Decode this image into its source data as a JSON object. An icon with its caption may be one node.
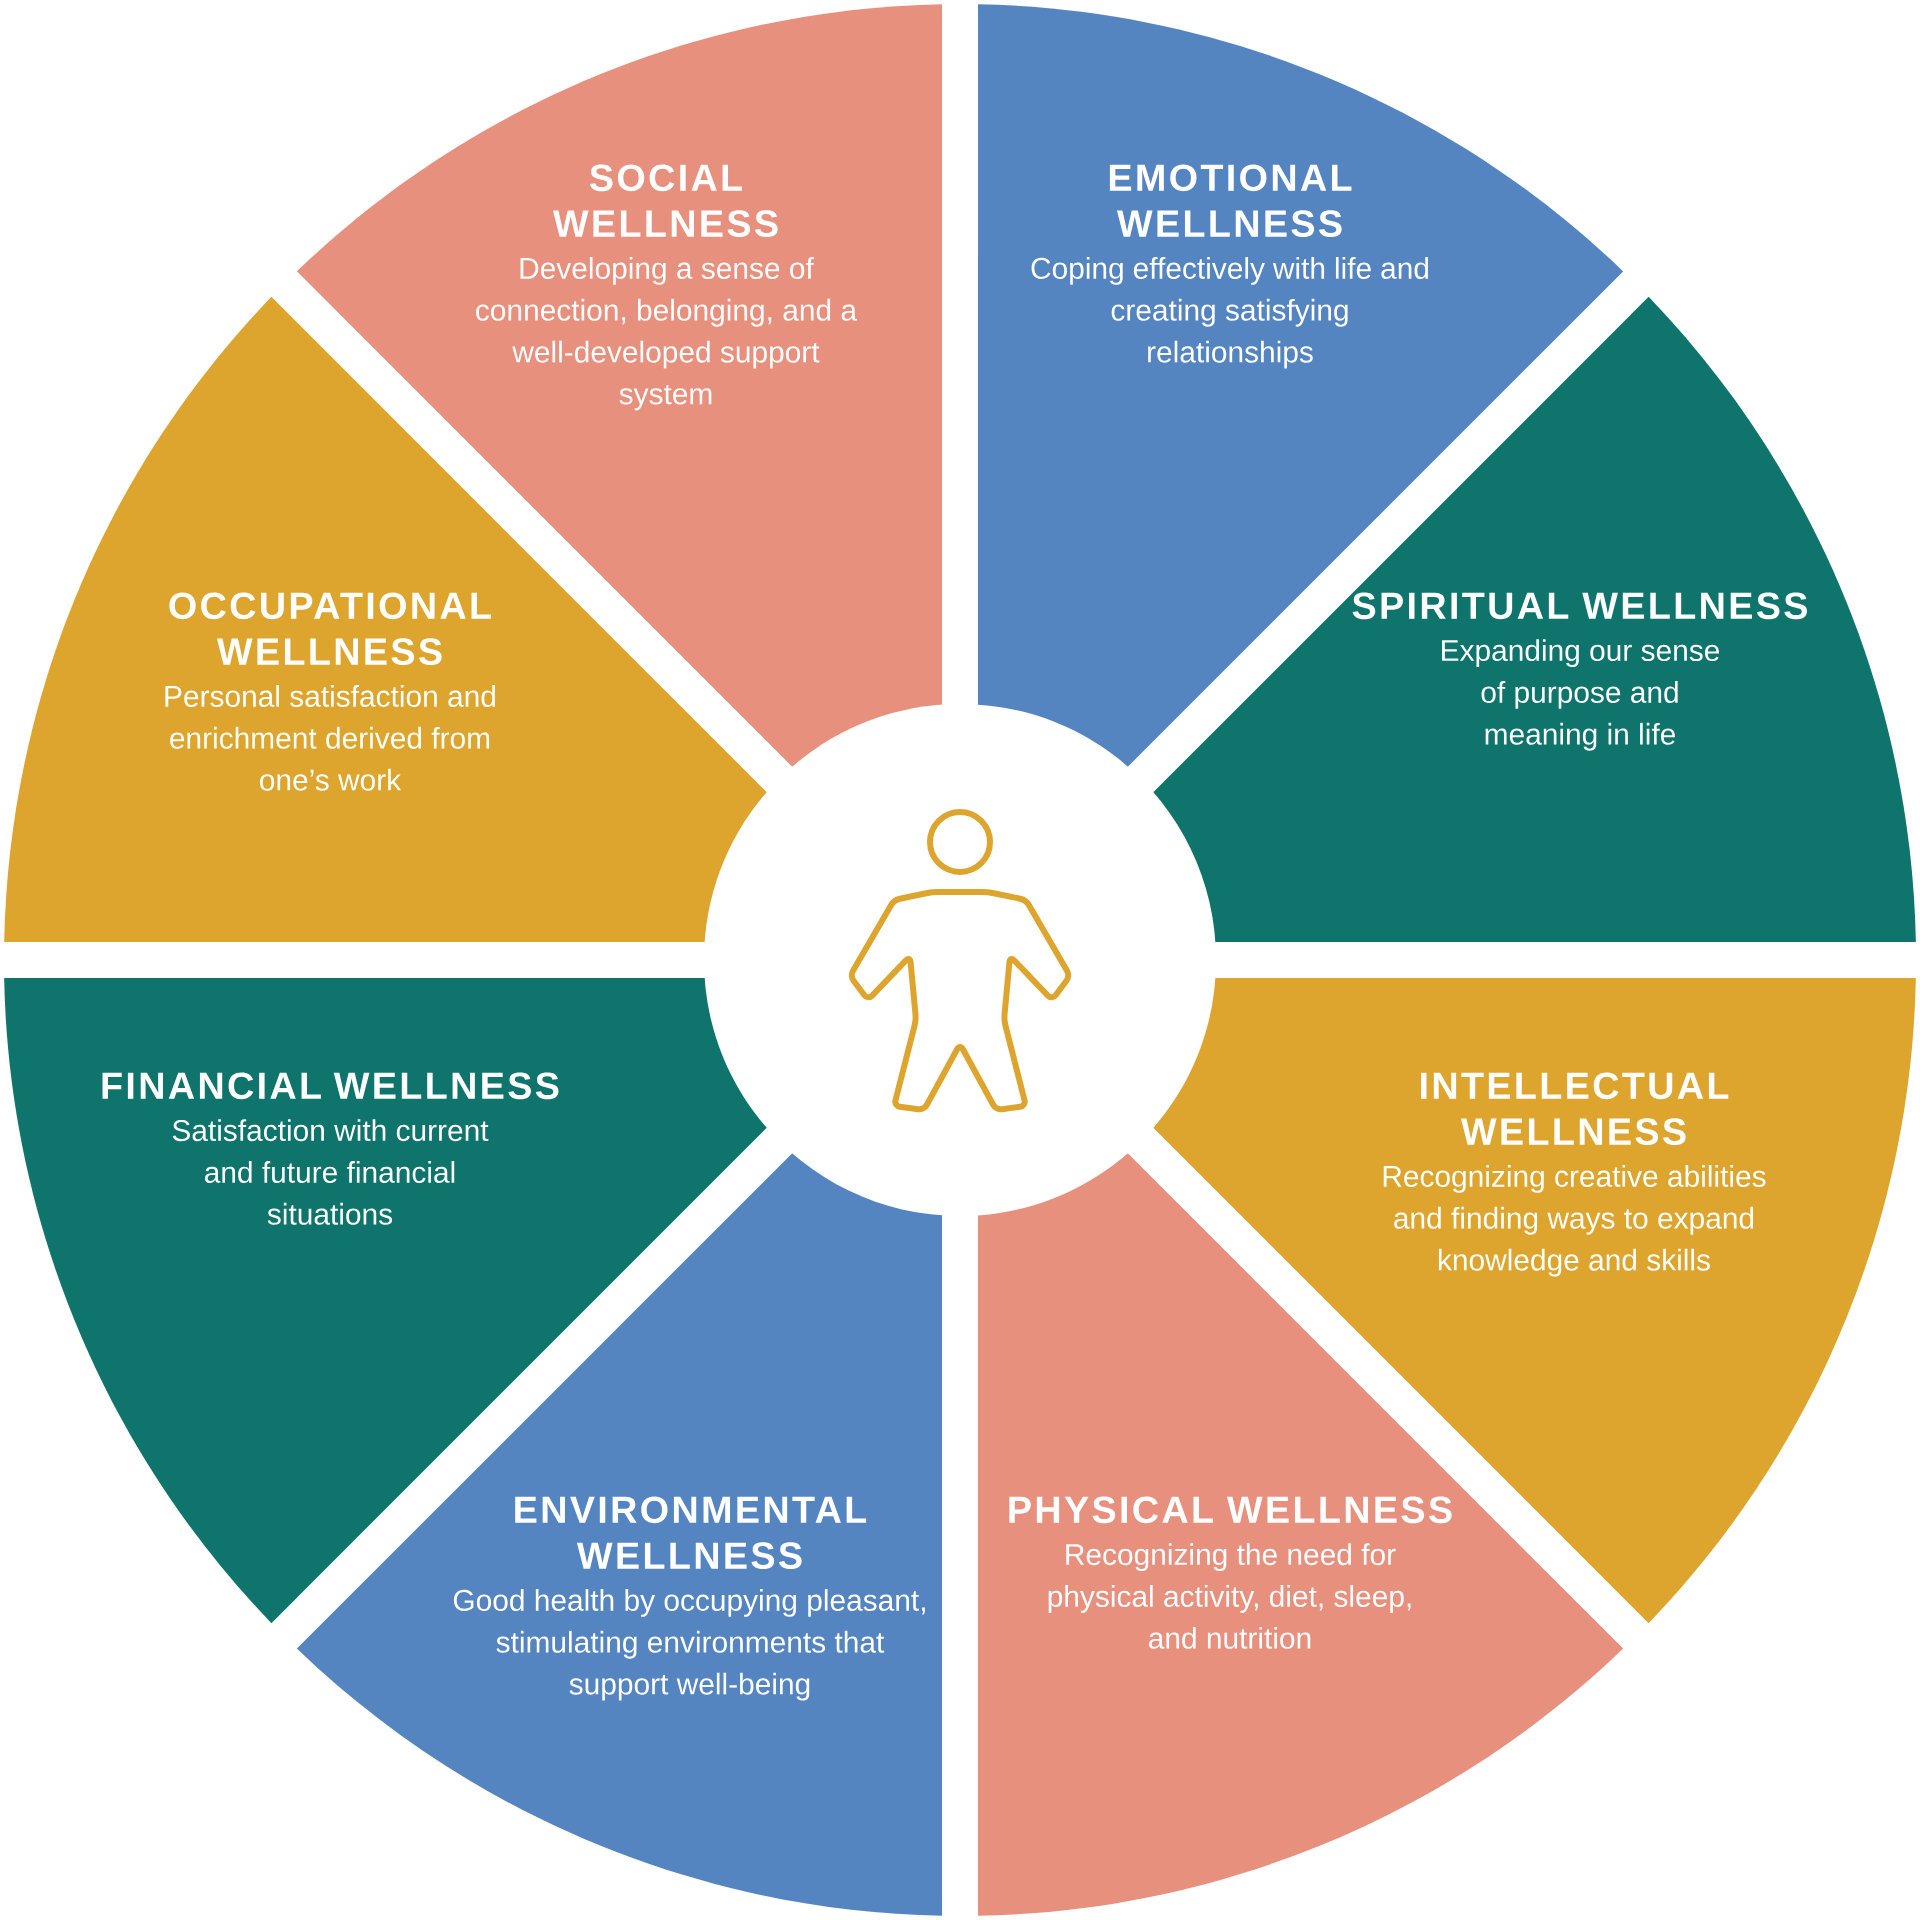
{
  "diagram": {
    "nodes": [
      {
        "text": [
          "SOCIAL WELLNESS",
          "Developing a sense of connection, belonging, and a well-developed support system"
        ]
      },
      {
        "text": [
          "EMOTIONAL WELLNESS",
          "Coping effectively with life and creating satisfying relationships"
        ]
      },
      {
        "text": [
          "OCCUPATIONAL WELLNESS",
          "Personal satisfaction and enrichment derived from one’s work"
        ]
      },
      {
        "text": [
          "SPIRITUAL WELLNESS",
          "Expanding our sense of purpose and meaning in life"
        ]
      },
      {
        "text": [
          "FINANCIAL WELLNESS",
          "Satisfaction with current and future financial situations"
        ]
      },
      {
        "text": [
          "INTELLECTUAL WELLNESS",
          "Recognizing creative abilities and finding ways to expand knowledge and skills"
        ]
      },
      {
        "text": [
          "ENVIRONMENTAL WELLNESS",
          "Good health by occupying pleasant, stimulating environments that support well-being"
        ]
      },
      {
        "text": [
          "PHYSICAL WELLNESS",
          "Recognizing the need for physical activity, diet, sleep, and nutrition"
        ]
      },
      {
        "text": [],
        "shape": "circle"
      }
    ]
  }
}
